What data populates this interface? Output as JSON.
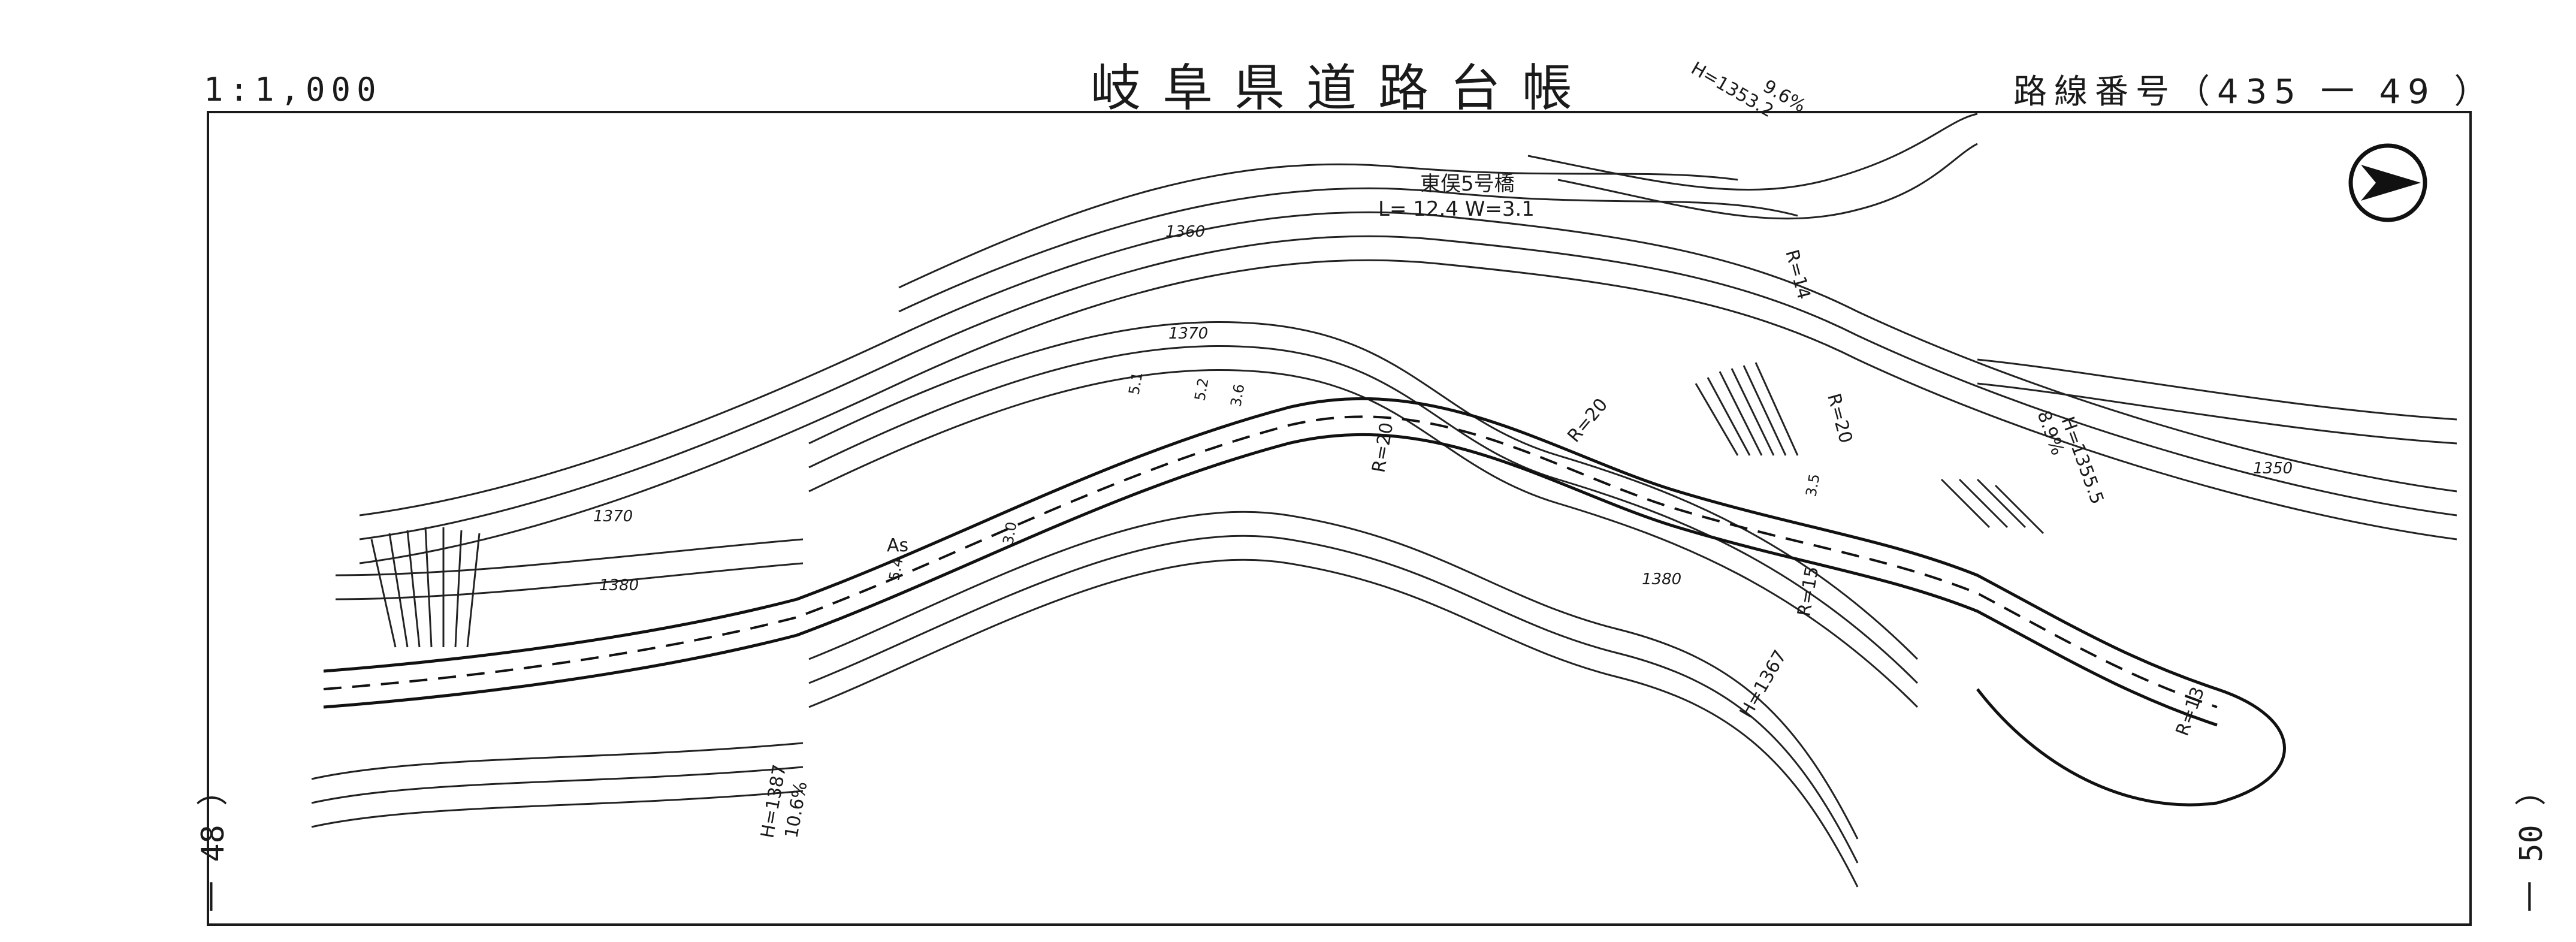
{
  "header": {
    "scale": "1:1,000",
    "title": "岐阜県道路台帳",
    "route_label": "路線番号（435 一 49 ）"
  },
  "sheet_refs": {
    "left": "一 48 ）",
    "right": "一 50 ）"
  },
  "bridge": {
    "name": "東俣5号橋",
    "dims": "L= 12.4  W=3.1"
  },
  "elevations": {
    "c1360": "1360",
    "c1370a": "1370",
    "c1370b": "1370",
    "c1380a": "1380",
    "c1380b": "1380",
    "c1350": "1350"
  },
  "grades": {
    "g1": "H=1387",
    "g1b": "10.6%",
    "g2": "H=1367",
    "g3": "H=1355.5",
    "g3b": "8.9%",
    "g4": "H=1353.2",
    "g4b": "9.6%"
  },
  "radii": {
    "r1": "R=20",
    "r2": "R=20",
    "r3": "R=15",
    "r4": "R=13",
    "r5": "R=20",
    "r6": "R=14"
  },
  "surface": {
    "as": "As"
  },
  "widths": {
    "w1": "5.1",
    "w2": "5.2",
    "w3": "3.6",
    "w4": "3.0",
    "w5": "5.4",
    "w6": "3.5"
  },
  "north_arrow_icon": "north-arrow-icon",
  "colors": {
    "ink": "#1a1a1a",
    "paper": "#ffffff"
  }
}
